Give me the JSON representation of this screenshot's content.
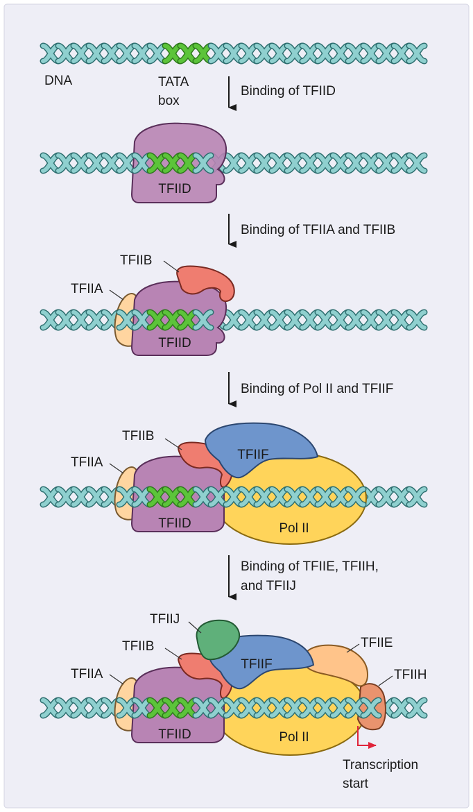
{
  "colors": {
    "panel": "#eeeef6",
    "dna": "#8fd0cf",
    "dna_stroke": "#2e6f70",
    "tata": "#5cc43a",
    "tfiid": "#b884b4",
    "tfiia": "#ffd5a0",
    "tfiib": "#ef7d70",
    "tfiif": "#6e95cc",
    "pol2": "#ffd45a",
    "tfiij": "#5fb07a",
    "tfiie": "#ffc48a",
    "tfiih": "#e9936e",
    "start_arrow": "#e0243a"
  },
  "labels": {
    "dna": "DNA",
    "tata_line1": "TATA",
    "tata_line2": "box",
    "tfiid": "TFIID",
    "tfiia": "TFIIA",
    "tfiib": "TFIIB",
    "tfiif": "TFIIF",
    "pol2": "Pol II",
    "tfiij": "TFIIJ",
    "tfiie": "TFIIE",
    "tfiih": "TFIIH",
    "transcription_line1": "Transcription",
    "transcription_line2": "start"
  },
  "steps": [
    {
      "text": "Binding of TFIID"
    },
    {
      "text": "Binding of TFIIA and TFIIB"
    },
    {
      "text": "Binding of Pol II and TFIIF"
    },
    {
      "line1": "Binding of TFIIE, TFIIH,",
      "line2": "and TFIIJ"
    }
  ]
}
